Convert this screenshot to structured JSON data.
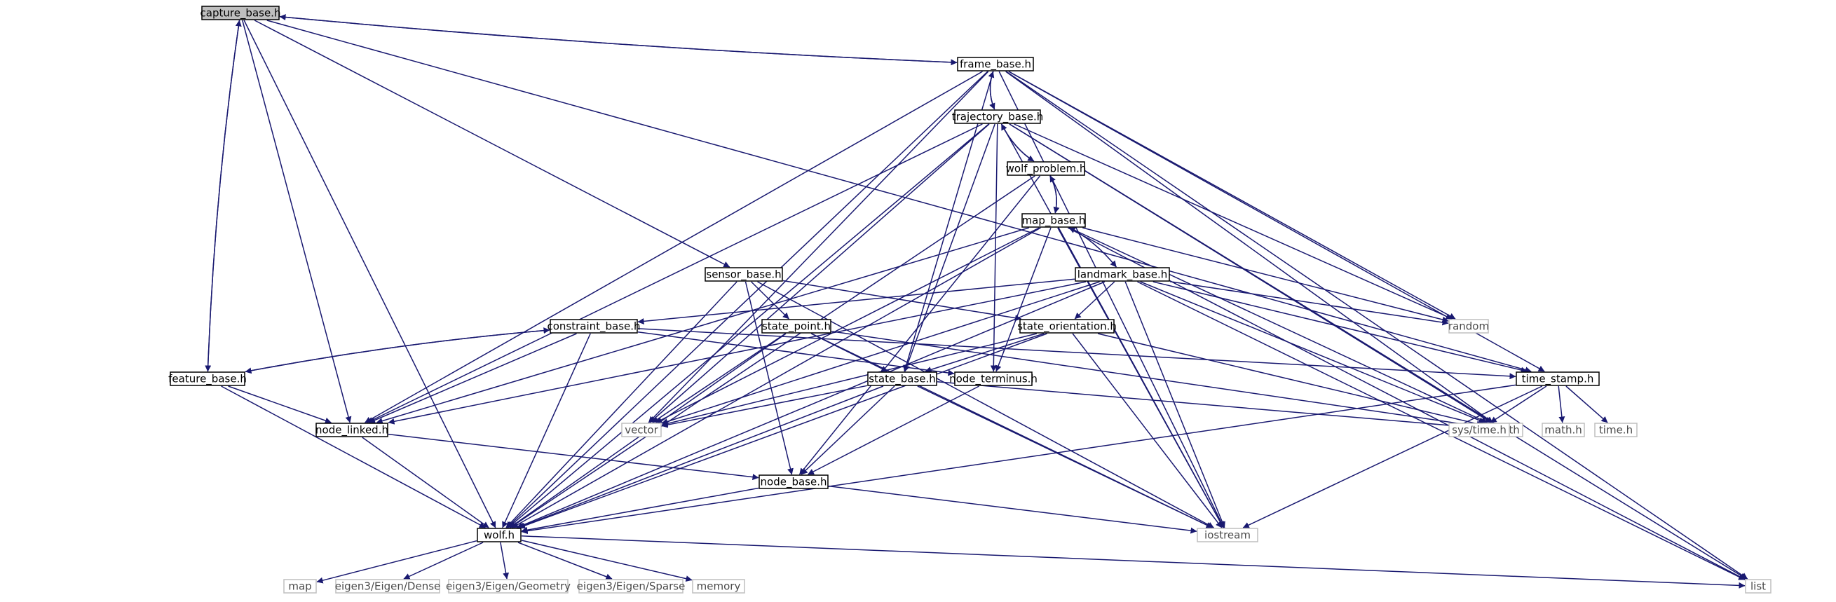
{
  "nodes": [
    {
      "id": "capture_base",
      "label": "capture_base.h",
      "kind": "root"
    },
    {
      "id": "frame_base",
      "label": "frame_base.h",
      "kind": "proj"
    },
    {
      "id": "trajectory_base",
      "label": "trajectory_base.h",
      "kind": "proj"
    },
    {
      "id": "wolf_problem",
      "label": "wolf_problem.h",
      "kind": "proj"
    },
    {
      "id": "map_base",
      "label": "map_base.h",
      "kind": "proj"
    },
    {
      "id": "sensor_base",
      "label": "sensor_base.h",
      "kind": "proj"
    },
    {
      "id": "landmark_base",
      "label": "landmark_base.h",
      "kind": "proj"
    },
    {
      "id": "state_point",
      "label": "state_point.h",
      "kind": "proj"
    },
    {
      "id": "constraint_base",
      "label": "constraint_base.h",
      "kind": "proj"
    },
    {
      "id": "state_orientation",
      "label": "state_orientation.h",
      "kind": "proj"
    },
    {
      "id": "feature_base",
      "label": "feature_base.h",
      "kind": "proj"
    },
    {
      "id": "state_base",
      "label": "state_base.h",
      "kind": "proj"
    },
    {
      "id": "node_terminus",
      "label": "node_terminus.h",
      "kind": "proj"
    },
    {
      "id": "time_stamp",
      "label": "time_stamp.h",
      "kind": "proj"
    },
    {
      "id": "node_linked",
      "label": "node_linked.h",
      "kind": "proj"
    },
    {
      "id": "node_base",
      "label": "node_base.h",
      "kind": "proj"
    },
    {
      "id": "wolf",
      "label": "wolf.h",
      "kind": "proj"
    },
    {
      "id": "random",
      "label": "random",
      "kind": "sys"
    },
    {
      "id": "vector",
      "label": "vector",
      "kind": "sys"
    },
    {
      "id": "cmath",
      "label": "cmath",
      "kind": "sys"
    },
    {
      "id": "sys_time",
      "label": "sys/time.h",
      "kind": "sys"
    },
    {
      "id": "math",
      "label": "math.h",
      "kind": "sys"
    },
    {
      "id": "time",
      "label": "time.h",
      "kind": "sys"
    },
    {
      "id": "iostream",
      "label": "iostream",
      "kind": "sys"
    },
    {
      "id": "map",
      "label": "map",
      "kind": "sys"
    },
    {
      "id": "eigen_dense",
      "label": "eigen3/Eigen/Dense",
      "kind": "sys"
    },
    {
      "id": "eigen_geometry",
      "label": "eigen3/Eigen/Geometry",
      "kind": "sys"
    },
    {
      "id": "eigen_sparse",
      "label": "eigen3/Eigen/Sparse",
      "kind": "sys"
    },
    {
      "id": "memory",
      "label": "memory",
      "kind": "sys"
    },
    {
      "id": "list",
      "label": "list",
      "kind": "sys"
    }
  ],
  "edges": [
    [
      "capture_base",
      "frame_base"
    ],
    [
      "capture_base",
      "feature_base"
    ],
    [
      "capture_base",
      "sensor_base"
    ],
    [
      "capture_base",
      "node_linked"
    ],
    [
      "capture_base",
      "wolf"
    ],
    [
      "capture_base",
      "time_stamp"
    ],
    [
      "frame_base",
      "capture_base"
    ],
    [
      "frame_base",
      "trajectory_base"
    ],
    [
      "frame_base",
      "state_base"
    ],
    [
      "frame_base",
      "time_stamp"
    ],
    [
      "frame_base",
      "node_linked"
    ],
    [
      "frame_base",
      "wolf"
    ],
    [
      "frame_base",
      "vector"
    ],
    [
      "frame_base",
      "random"
    ],
    [
      "frame_base",
      "cmath"
    ],
    [
      "frame_base",
      "iostream"
    ],
    [
      "frame_base",
      "list"
    ],
    [
      "trajectory_base",
      "frame_base"
    ],
    [
      "trajectory_base",
      "wolf_problem"
    ],
    [
      "trajectory_base",
      "node_linked"
    ],
    [
      "trajectory_base",
      "wolf"
    ],
    [
      "trajectory_base",
      "node_terminus"
    ],
    [
      "trajectory_base",
      "state_base"
    ],
    [
      "trajectory_base",
      "vector"
    ],
    [
      "trajectory_base",
      "random"
    ],
    [
      "trajectory_base",
      "cmath"
    ],
    [
      "trajectory_base",
      "iostream"
    ],
    [
      "trajectory_base",
      "list"
    ],
    [
      "wolf_problem",
      "trajectory_base"
    ],
    [
      "wolf_problem",
      "map_base"
    ],
    [
      "wolf_problem",
      "wolf"
    ],
    [
      "wolf_problem",
      "node_base"
    ],
    [
      "map_base",
      "wolf_problem"
    ],
    [
      "map_base",
      "landmark_base"
    ],
    [
      "map_base",
      "node_linked"
    ],
    [
      "map_base",
      "wolf"
    ],
    [
      "map_base",
      "node_terminus"
    ],
    [
      "map_base",
      "vector"
    ],
    [
      "map_base",
      "random"
    ],
    [
      "map_base",
      "cmath"
    ],
    [
      "map_base",
      "iostream"
    ],
    [
      "map_base",
      "list"
    ],
    [
      "sensor_base",
      "state_point"
    ],
    [
      "sensor_base",
      "state_orientation"
    ],
    [
      "sensor_base",
      "node_base"
    ],
    [
      "sensor_base",
      "wolf"
    ],
    [
      "sensor_base",
      "iostream"
    ],
    [
      "landmark_base",
      "map_base"
    ],
    [
      "landmark_base",
      "constraint_base"
    ],
    [
      "landmark_base",
      "state_orientation"
    ],
    [
      "landmark_base",
      "node_linked"
    ],
    [
      "landmark_base",
      "time_stamp"
    ],
    [
      "landmark_base",
      "wolf"
    ],
    [
      "landmark_base",
      "vector"
    ],
    [
      "landmark_base",
      "random"
    ],
    [
      "landmark_base",
      "cmath"
    ],
    [
      "landmark_base",
      "iostream"
    ],
    [
      "landmark_base",
      "list"
    ],
    [
      "state_point",
      "state_base"
    ],
    [
      "state_point",
      "wolf"
    ],
    [
      "state_point",
      "vector"
    ],
    [
      "state_point",
      "cmath"
    ],
    [
      "state_point",
      "iostream"
    ],
    [
      "constraint_base",
      "feature_base"
    ],
    [
      "constraint_base",
      "node_linked"
    ],
    [
      "constraint_base",
      "wolf"
    ],
    [
      "constraint_base",
      "node_terminus"
    ],
    [
      "constraint_base",
      "time_stamp"
    ],
    [
      "state_orientation",
      "state_base"
    ],
    [
      "state_orientation",
      "wolf"
    ],
    [
      "state_orientation",
      "vector"
    ],
    [
      "state_orientation",
      "cmath"
    ],
    [
      "state_orientation",
      "iostream"
    ],
    [
      "feature_base",
      "capture_base"
    ],
    [
      "feature_base",
      "constraint_base"
    ],
    [
      "feature_base",
      "node_linked"
    ],
    [
      "feature_base",
      "wolf"
    ],
    [
      "state_base",
      "node_base"
    ],
    [
      "state_base",
      "wolf"
    ],
    [
      "state_base",
      "vector"
    ],
    [
      "state_base",
      "cmath"
    ],
    [
      "state_base",
      "iostream"
    ],
    [
      "node_terminus",
      "node_base"
    ],
    [
      "time_stamp",
      "wolf"
    ],
    [
      "time_stamp",
      "sys_time"
    ],
    [
      "time_stamp",
      "math"
    ],
    [
      "time_stamp",
      "time"
    ],
    [
      "time_stamp",
      "iostream"
    ],
    [
      "node_linked",
      "node_base"
    ],
    [
      "node_linked",
      "wolf"
    ],
    [
      "node_base",
      "wolf"
    ],
    [
      "node_base",
      "iostream"
    ],
    [
      "wolf",
      "map"
    ],
    [
      "wolf",
      "eigen_dense"
    ],
    [
      "wolf",
      "eigen_geometry"
    ],
    [
      "wolf",
      "eigen_sparse"
    ],
    [
      "wolf",
      "memory"
    ],
    [
      "wolf",
      "list"
    ]
  ],
  "colors": {
    "edge": "#191970",
    "root_fill": "#bfbfbf",
    "node_fill": "#ffffff",
    "node_border": "#000000",
    "sys_border": "#bfbfbf",
    "sys_text": "#4a4a4a"
  }
}
